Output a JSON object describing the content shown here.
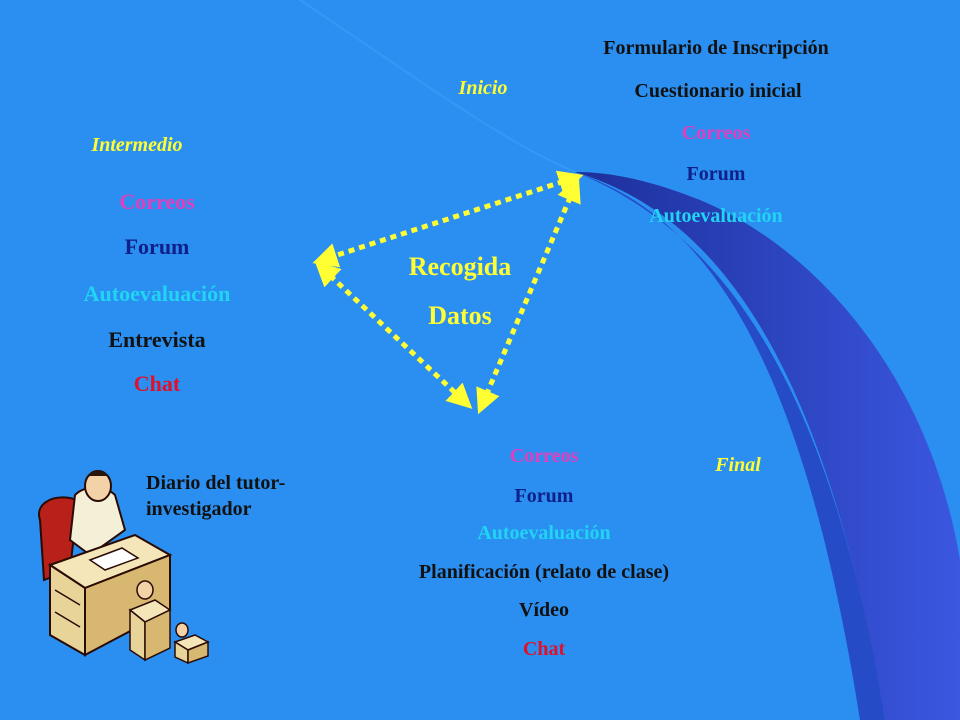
{
  "phases": {
    "inicio": "Inicio",
    "intermedio": "Intermedio",
    "final": "Final"
  },
  "inicio_items": [
    "Formulario de Inscripción",
    "Cuestionario inicial",
    "Correos",
    "Forum",
    "Autoevaluación"
  ],
  "intermedio_items": [
    "Correos",
    "Forum",
    "Autoevaluación",
    "Entrevista",
    "Chat"
  ],
  "final_items": [
    "Correos",
    "Forum",
    "Autoevaluación",
    "Planificación (relato de clase)",
    "Vídeo",
    "Chat"
  ],
  "center": {
    "line1": "Recogida",
    "line2": "Datos"
  },
  "tutor_note": {
    "line1": "Diario del tutor-",
    "line2": "investigador"
  },
  "colors": {
    "background": "#2a8ff0",
    "arrows": "#ffff33",
    "item_black": "#111111",
    "item_blue": "#10208a",
    "item_pink": "#e040c0",
    "item_cyan": "#22d4f4",
    "item_red": "#e0102a"
  },
  "icons": [
    "data-collection-triangle-arrows",
    "tutor-at-desk-clipart"
  ]
}
